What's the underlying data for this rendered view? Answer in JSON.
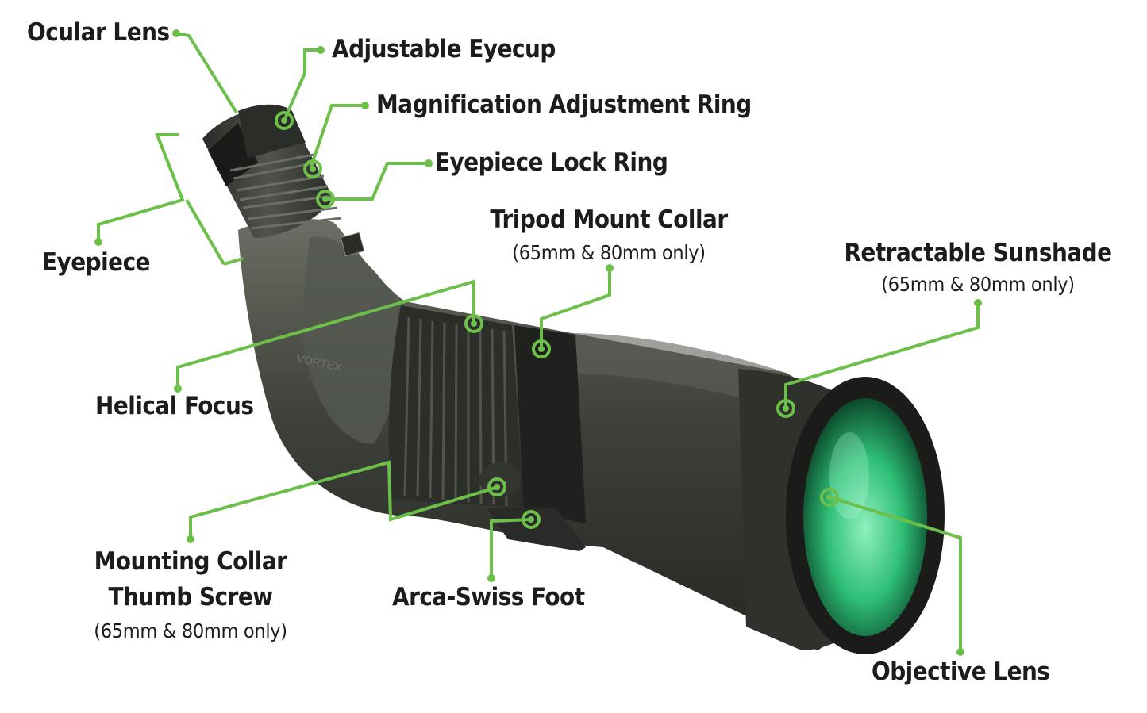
{
  "brand_text": "VORTEX",
  "labels": {
    "ocular_lens": "Ocular Lens",
    "adjustable_eyecup": "Adjustable Eyecup",
    "magnification_ring": "Magnification Adjustment Ring",
    "eyepiece_lock_ring": "Eyepiece Lock Ring",
    "eyepiece": "Eyepiece",
    "tripod_mount_collar": "Tripod Mount Collar",
    "tripod_mount_collar_note": "(65mm & 80mm only)",
    "retractable_sunshade": "Retractable Sunshade",
    "retractable_sunshade_note": "(65mm & 80mm only)",
    "helical_focus": "Helical Focus",
    "mounting_collar_line1": "Mounting Collar",
    "mounting_collar_line2": "Thumb Screw",
    "mounting_collar_note": "(65mm & 80mm only)",
    "arca_swiss_foot": "Arca-Swiss Foot",
    "objective_lens": "Objective Lens"
  },
  "colors": {
    "callout": "#6cc04a",
    "body_dark": "#33362f",
    "body_mid": "#4a4e45",
    "lens_green": "#2fbf77",
    "text": "#1c1c1c"
  }
}
